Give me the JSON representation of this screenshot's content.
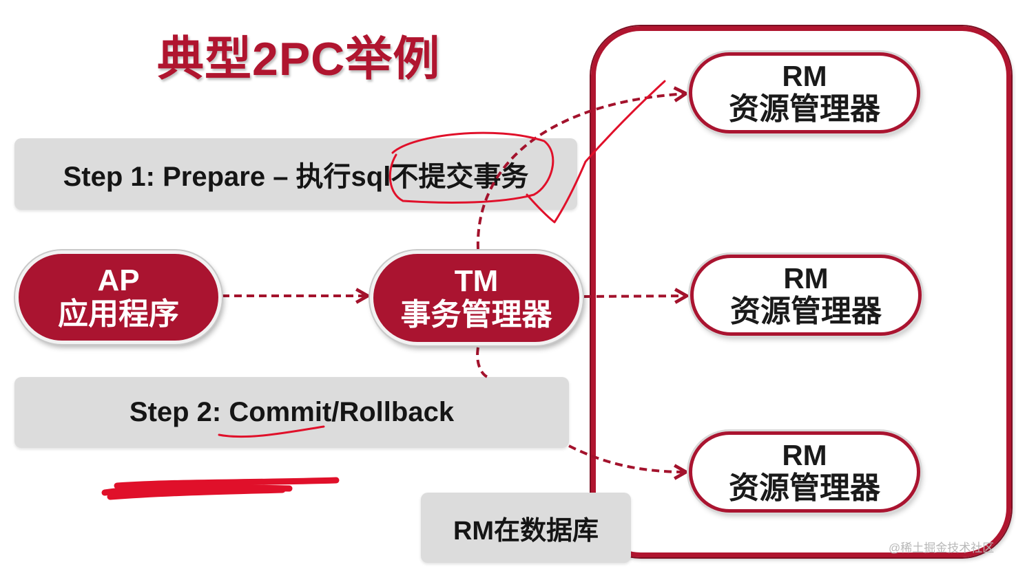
{
  "title": "典型2PC举例",
  "steps": {
    "step1": "Step 1: Prepare – 执行sql不提交事务",
    "step2": "Step 2: Commit/Rollback"
  },
  "nodes": {
    "ap": {
      "line1": "AP",
      "line2": "应用程序"
    },
    "tm": {
      "line1": "TM",
      "line2": "事务管理器"
    },
    "rm": [
      {
        "line1": "RM",
        "line2": "资源管理器"
      },
      {
        "line1": "RM",
        "line2": "资源管理器"
      },
      {
        "line1": "RM",
        "line2": "资源管理器"
      }
    ]
  },
  "note": "RM在数据库",
  "watermark": "@稀土掘金技术社区",
  "colors": {
    "accent": "#b0152f",
    "box_gray": "#dcdcdc",
    "annotation_red": "#e0102a"
  }
}
